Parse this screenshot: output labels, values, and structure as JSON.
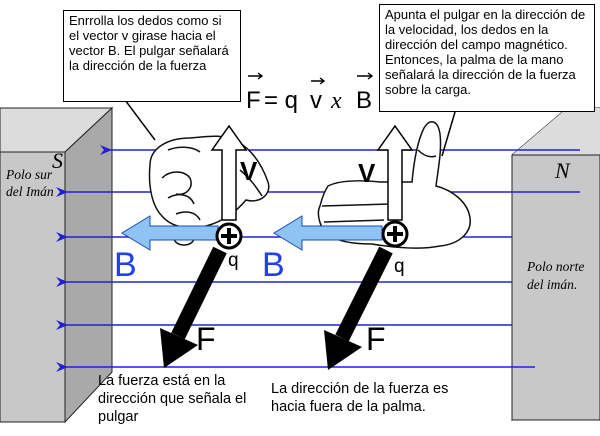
{
  "formula": {
    "force": "F",
    "equals_q": "= q",
    "velocity": "v",
    "times": "x",
    "field": "B"
  },
  "left_magnet": {
    "letter": "S",
    "label": "Polo sur del Imán"
  },
  "right_magnet": {
    "letter": "N",
    "label": "Polo norte del imán."
  },
  "left_hand": {
    "velocity_label": "V",
    "field_label": "B",
    "charge_label": "q",
    "force_label": "F",
    "callout": "Enrrolla los dedos como si el vector v girase hacia el vector B.  El pulgar señalará la dirección de la fuerza",
    "caption": "La fuerza está en la dirección que señala el pulgar"
  },
  "right_hand": {
    "velocity_label": "V",
    "field_label": "B",
    "charge_label": "q",
    "force_label": "F",
    "callout": "Apunta el pulgar en la dirección de la velocidad, los dedos en la dirección del campo magnético. Entonces, la palma de la mano señalará la dirección de la fuerza sobre la carga.",
    "caption": "La dirección de la fuerza es hacia fuera de la palma."
  },
  "colors": {
    "field_line": "#2020d8",
    "field_arrow": "#8fc3f3",
    "force_arrow": "#000000",
    "magnet_face": "#c8c8c8",
    "magnet_side": "#a8a8a8",
    "label_blue": "#2040ee"
  }
}
